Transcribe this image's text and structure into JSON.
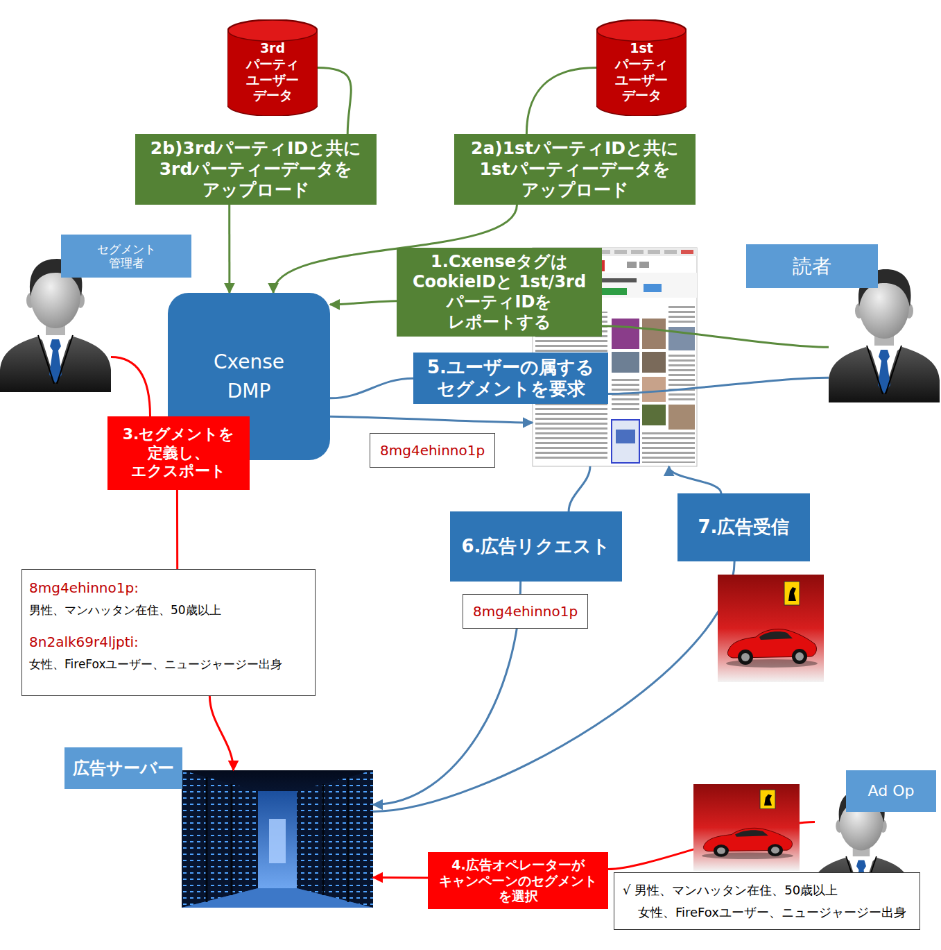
{
  "diagram": {
    "nodes": [
      {
        "text": [
          "3rd パーティ ユーザー データ"
        ]
      },
      {
        "text": [
          "1st パーティ ユーザー データ"
        ]
      },
      {
        "text": [
          "2b)3rdパーティIDと共に 3rdパーティーデータを アップロード"
        ]
      },
      {
        "text": [
          "2a)1stパーティIDと共に 1stパーティーデータを アップロード"
        ]
      },
      {
        "text": [
          "セグメント 管理者"
        ]
      },
      {
        "text": [
          "読者"
        ]
      },
      {
        "text": [
          "Cxense DMP"
        ]
      },
      {
        "text": []
      },
      {
        "text": [
          "1.Cxenseタグは CookieIDと 1st/3rd パーティIDを レポートする"
        ]
      },
      {
        "text": [
          "5.ユーザーの属する セグメントを要求"
        ]
      },
      {
        "text": [
          "3.セグメントを 定義し、 エクスポート"
        ]
      },
      {
        "text": [
          "6.広告リクエスト"
        ]
      },
      {
        "text": [
          "7.広告受信"
        ]
      },
      {
        "text": [
          "8mg4ehinno1p:",
          "男性、マンハッタン在住、50歳以上",
          "8n2alk69r4ljpti:",
          "女性、FireFoxユーザー、ニュージャージー出身"
        ]
      },
      {
        "text": [
          "広告サーバー"
        ]
      },
      {
        "text": [
          "4.広告オペレーターが キャンペーンのセグメント を選択"
        ]
      },
      {
        "text": [
          "Ad Op"
        ]
      },
      {
        "text": [
          "√ 男性、マンハッタン在住、50歳以上",
          "女性、FireFoxユーザー、ニュージャージー出身"
        ]
      }
    ],
    "edges": [
      {
        "from": 0,
        "to": 2,
        "arrow": "none"
      },
      {
        "from": 2,
        "to": 6,
        "arrow": "to"
      },
      {
        "from": 1,
        "to": 3,
        "arrow": "none"
      },
      {
        "from": 3,
        "to": 6,
        "arrow": "to"
      },
      {
        "from": 5,
        "to": 8,
        "arrow": "none"
      },
      {
        "from": 8,
        "to": 6,
        "arrow": "to"
      },
      {
        "from": 5,
        "to": 9,
        "arrow": "none"
      },
      {
        "from": 9,
        "to": 6,
        "arrow": "none"
      },
      {
        "from": 6,
        "to": 7,
        "label": "8mg4ehinno1p",
        "arrow": "to"
      },
      {
        "from": 4,
        "to": 10,
        "arrow": "none"
      },
      {
        "from": 10,
        "to": 13,
        "arrow": "none"
      },
      {
        "from": 13,
        "to": 14,
        "arrow": "to"
      },
      {
        "from": 7,
        "to": 11,
        "arrow": "none"
      },
      {
        "from": 11,
        "to": 14,
        "label": "8mg4ehinno1p",
        "arrow": "to"
      },
      {
        "from": 14,
        "to": 12,
        "arrow": "none"
      },
      {
        "from": 12,
        "to": 7,
        "arrow": "to"
      },
      {
        "from": 16,
        "to": 15,
        "arrow": "none"
      },
      {
        "from": 15,
        "to": 14,
        "arrow": "to"
      }
    ]
  }
}
